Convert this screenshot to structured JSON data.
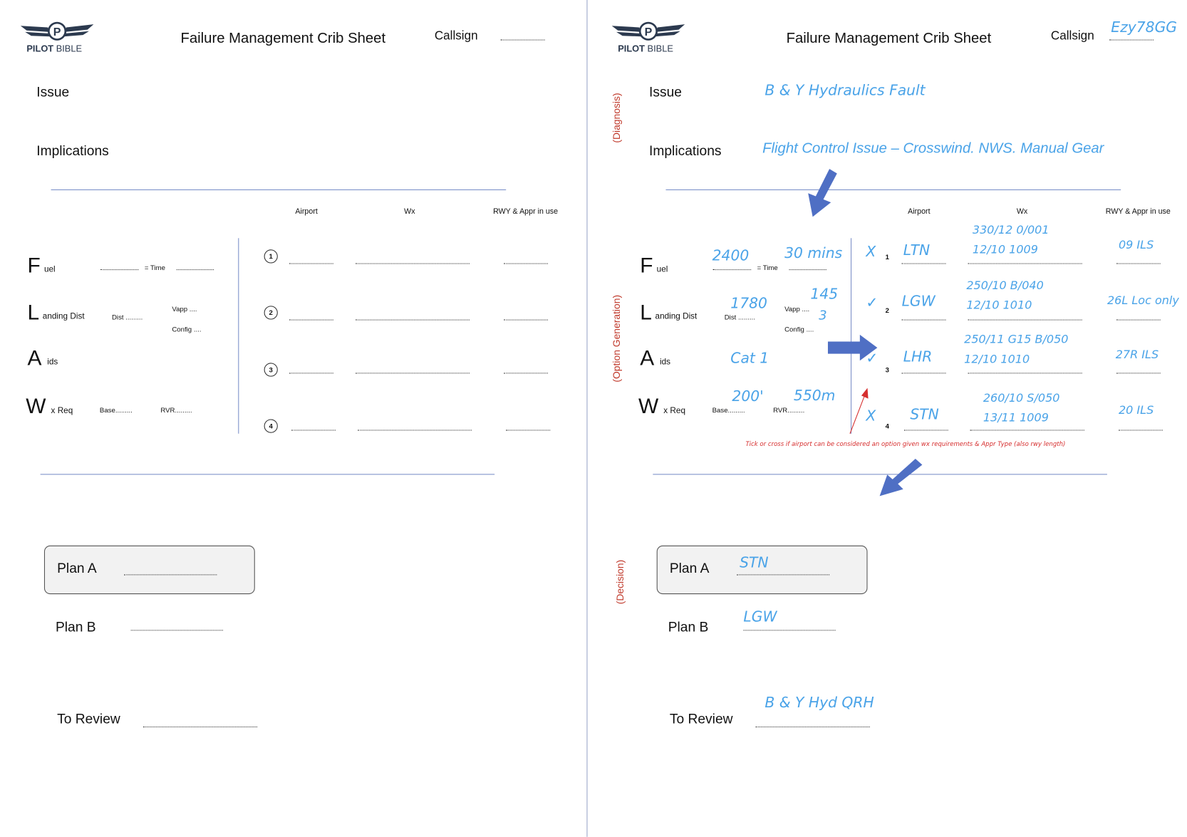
{
  "logo": {
    "text_bold": "PILOT",
    "text_light": "BIBLE"
  },
  "form": {
    "title": "Failure Management Crib Sheet",
    "callsign_label": "Callsign",
    "issue_label": "Issue",
    "implications_label": "Implications",
    "col_airport": "Airport",
    "col_wx": "Wx",
    "col_rwy": "RWY & Appr in use",
    "fuel_letter": "F",
    "fuel_rest": "uel",
    "time_label": "= Time",
    "landing_letter": "L",
    "landing_rest": "anding Dist",
    "dist_label": "Dist .........",
    "vapp_label": "Vapp ....",
    "config_label": "Config ....",
    "aids_letter": "A",
    "aids_rest": "ids",
    "wx_letter": "W",
    "wx_rest": "x Req",
    "base_label": "Base.........",
    "rvr_label": "RVR.........",
    "options": [
      "1",
      "2",
      "3",
      "4"
    ],
    "plan_a_label": "Plan A",
    "plan_b_label": "Plan B",
    "to_review_label": "To Review"
  },
  "filled": {
    "side_diagnosis": "(Diagnosis)",
    "side_option": "(Option Generation)",
    "side_decision": "(Decision)",
    "callsign": "Ezy78GG",
    "issue": "B & Y Hydraulics Fault",
    "implications": "Flight Control Issue – Crosswind.  NWS.  Manual Gear",
    "fuel": "2400",
    "time": "30 mins",
    "dist": "1780",
    "vapp": "145",
    "config": "3",
    "aids": "Cat 1",
    "base": "200'",
    "rvr": "550m",
    "rows": [
      {
        "mark": "X",
        "airport": "LTN",
        "wx1": "330/12  0/001",
        "wx2": "12/10 1009",
        "rwy": "09 ILS"
      },
      {
        "mark": "✓",
        "airport": "LGW",
        "wx1": "250/10  B/040",
        "wx2": "12/10 1010",
        "rwy": "26L Loc only"
      },
      {
        "mark": "✓",
        "airport": "LHR",
        "wx1": "250/11 G15  B/050",
        "wx2": "12/10 1010",
        "rwy": "27R ILS"
      },
      {
        "mark": "X",
        "airport": "STN",
        "wx1": "260/10  S/050",
        "wx2": "13/11 1009",
        "rwy": "20 ILS"
      }
    ],
    "note": "Tick or cross if airport can be considered an option given wx requirements & Appr Type (also rwy length)",
    "plan_a": "STN",
    "plan_b": "LGW",
    "to_review": "B & Y Hyd QRH"
  },
  "colors": {
    "handwriting": "#4aa3e8",
    "annotation": "#d62e2e",
    "arrow": "#4f6fc4",
    "rule": "#7b8fc8"
  }
}
